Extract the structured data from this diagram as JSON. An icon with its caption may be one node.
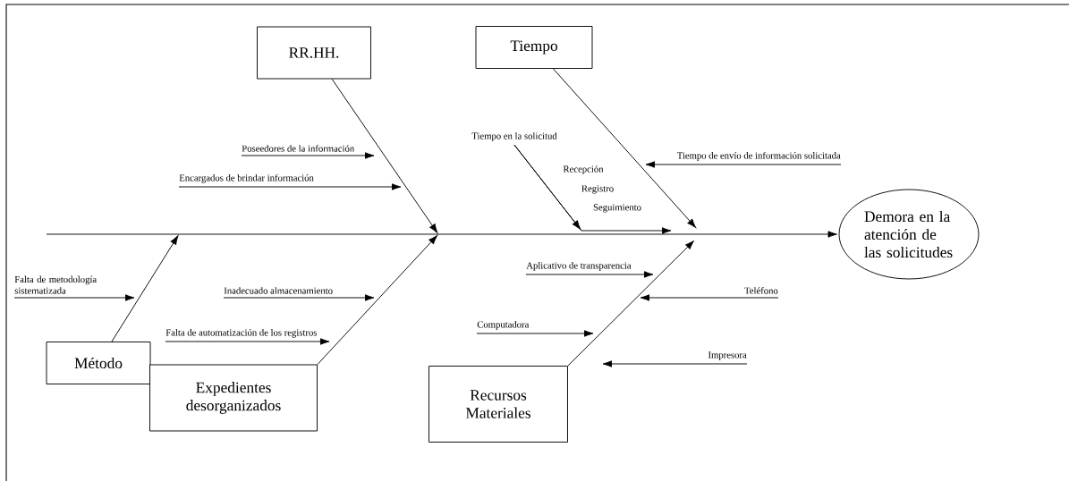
{
  "diagram": {
    "nodes": [
      {
        "text": [
          "RR.HH."
        ]
      },
      {
        "text": [
          "Tiempo"
        ]
      },
      {
        "text": [
          "Método"
        ]
      },
      {
        "text": [
          "Expedientes desorganizados"
        ]
      },
      {
        "text": [
          "Recursos Materiales"
        ]
      },
      {
        "text": [
          "Demora en la atención de las solicitudes"
        ]
      },
      {
        "text": [
          "Poseedores de la información"
        ]
      },
      {
        "text": [
          "Encargados de brindar información"
        ]
      },
      {
        "text": [
          "Tiempo en la solicitud"
        ]
      },
      {
        "text": [
          "Tiempo de envío de información solicitada"
        ]
      },
      {
        "text": [
          "Falta de metodología sistematizada"
        ]
      },
      {
        "text": [
          "Inadecuado almacenamiento"
        ]
      },
      {
        "text": [
          "Falta de automatización de los registros"
        ]
      },
      {
        "text": [
          "Aplicativo de transparencia"
        ]
      },
      {
        "text": [
          "Teléfono"
        ]
      },
      {
        "text": [
          "Computadora"
        ]
      },
      {
        "text": [
          "Impresora"
        ]
      }
    ],
    "edges": [
      {
        "from": 0,
        "to": null,
        "arrow": "to"
      },
      {
        "from": 1,
        "to": null,
        "arrow": "to"
      },
      {
        "from": 2,
        "to": null,
        "arrow": "to"
      },
      {
        "from": 3,
        "to": null,
        "arrow": "to"
      },
      {
        "from": 4,
        "to": null,
        "arrow": "to"
      },
      {
        "from": null,
        "to": 5,
        "arrow": "to"
      },
      {
        "from": 6,
        "to": null,
        "arrow": "to"
      },
      {
        "from": 7,
        "to": null,
        "arrow": "to"
      },
      {
        "from": 8,
        "to": null,
        "arrow": "to"
      },
      {
        "from": 9,
        "to": null,
        "arrow": "to"
      },
      {
        "from": 10,
        "to": null,
        "arrow": "to"
      },
      {
        "from": 11,
        "to": null,
        "arrow": "to"
      },
      {
        "from": 12,
        "to": null,
        "arrow": "to"
      },
      {
        "from": 13,
        "to": null,
        "arrow": "to"
      },
      {
        "from": 14,
        "to": null,
        "arrow": "to"
      },
      {
        "from": 15,
        "to": null,
        "arrow": "to"
      },
      {
        "from": 16,
        "to": null,
        "arrow": "to"
      }
    ],
    "labels": [
      "Recepción",
      "Registro",
      "Seguimiento"
    ]
  }
}
